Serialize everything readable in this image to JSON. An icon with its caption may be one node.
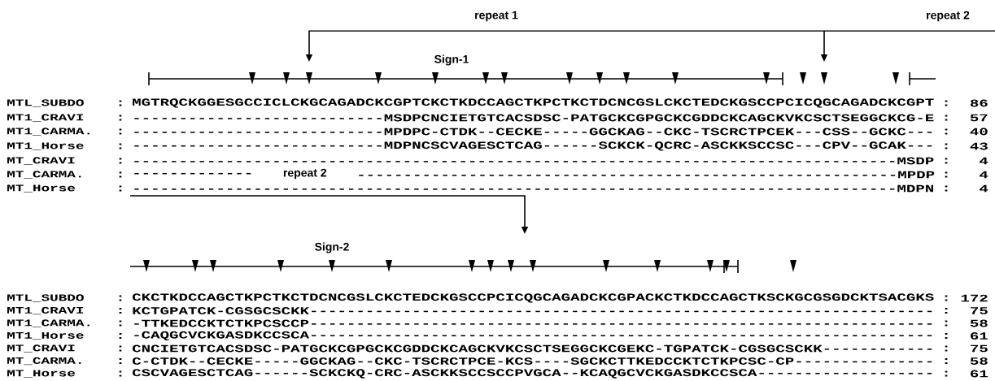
{
  "diagram": {
    "labels": [
      "repeat 1",
      "repeat 2",
      "Sign-1",
      "MTL_SUBDO",
      ":",
      "MGTRQCKGGESGCCICLCKGCAGADCKCGPTCKCTKDCCAGCTKPCTKCTDCNCGSLCKCTEDCKGSCCPCICQGCAGADCKCGPT",
      ":",
      "86",
      "MT1_CRAVI",
      ":",
      "---------------------------MSDPCNCIETGTCACSDSC-PATGCKCGPGCKCGDDCKCAGCKVKCSCTSEGGCKCG-E",
      ":",
      "57",
      "MT1_CARMA.",
      ":",
      "---------------------------MPDPC-CTDK--CECKE-----GGCKAG--CKC-TSCRCTPCEK---CSS--GCKC---",
      ":",
      "40",
      "MT1_Horse",
      ":",
      "---------------------------MDPNCSCVAGESCTCAG------SCKCK-QCRC-ASCKKSCCSC---CPV--GCAK---",
      ":",
      "43",
      "MT_CRAVI",
      ":",
      "----------------------------------------------------------------------------------MSDP",
      ":",
      "4",
      "MT_CARMA.",
      ":",
      "-------------",
      "repeat 2",
      "----------------------------------------------------------MPDP",
      ":",
      "4",
      "MT_Horse",
      ":",
      "----------------------------------------------------------------------------------MDPN",
      ":",
      "4",
      "Sign-2",
      "MTL_SUBDO",
      ":",
      "CKCTKDCCAGCTKPCTKCTDCNCGSLCKCTEDCKGSCCPCICQGCAGADCKCGPACKCTKDCCAGCTKSCKGCGSGDCKTSACGKS",
      ":",
      "172",
      "MT1_CRAVI",
      ":",
      "KCTGPATCK-CGSGCSCKK-------------------------------------------------------------------",
      ":",
      "75",
      "MT1_CARMA.",
      ":",
      "-TTKEDCCKTCTKPCSCCP-------------------------------------------------------------------",
      ":",
      "58",
      "MT1_Horse",
      ":",
      "-CAQGCVCKGASDKCCSCA-------------------------------------------------------------------",
      ":",
      "61",
      "MT_CRAVI",
      ":",
      "CNCIETGTCACSDSC-PATGCKCGPGCKCGDDCKCAGCKVKCSCTSEGGCKCGEKC-TGPATCK-CGSGCSCKK------------",
      ":",
      "75",
      "MT_CARMA.",
      ":",
      "C-CTDK--CECKE-----GGCKAG--CKC-TSCRCTPCE-KCS----SGCKCTTKEDCCKTCTKPCSC-CP---------------",
      ":",
      "58",
      "MT_Horse",
      ":",
      "CSCVAGESCTCAG------SCKCKQ-CRC-ASCKKSCCSCCPVGCA--KCAQGCVCKGASDKCCSCA-------------------",
      ":",
      "61"
    ]
  }
}
